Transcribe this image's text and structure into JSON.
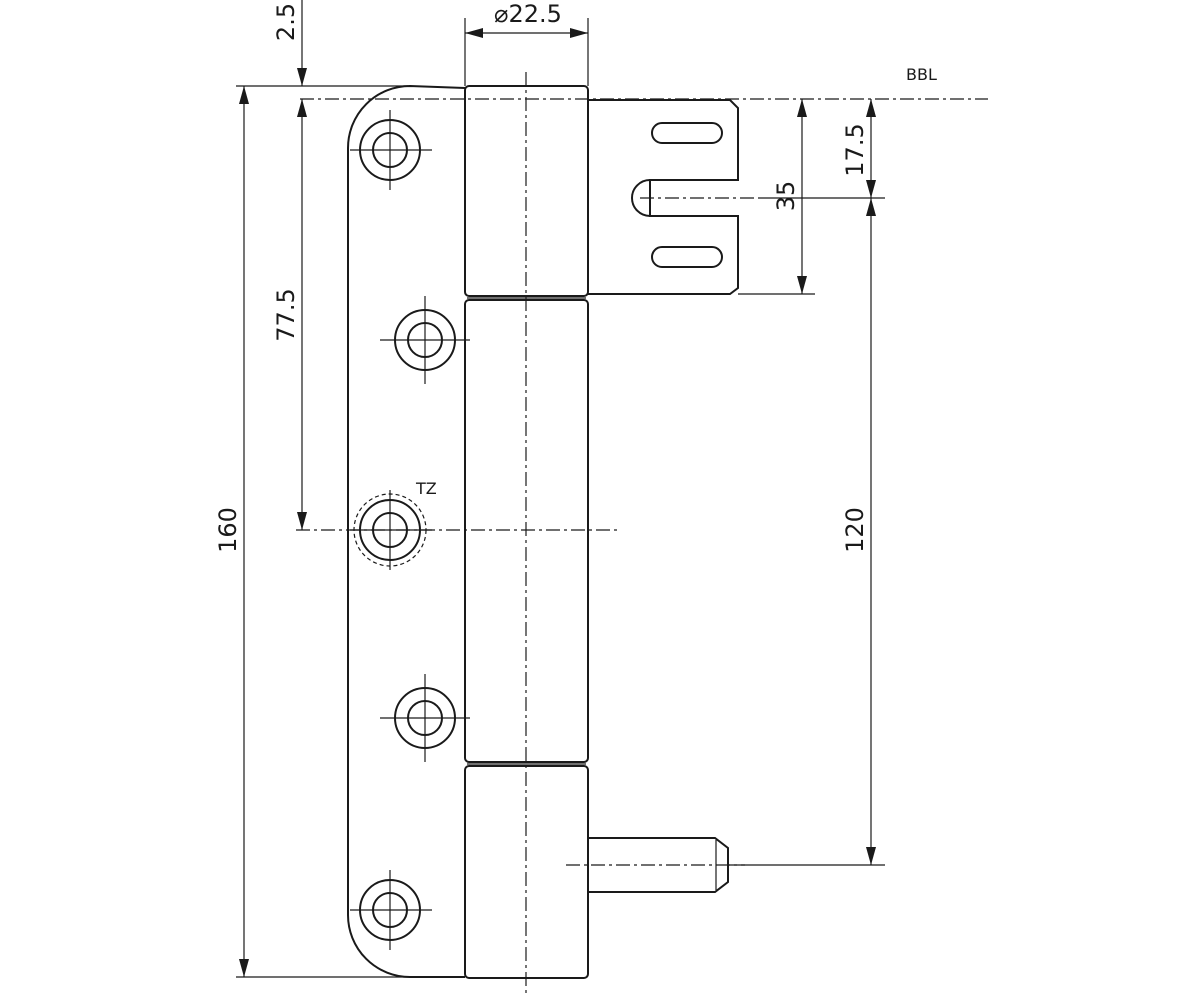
{
  "labels": {
    "bbl": "BBL",
    "tz": "TZ"
  },
  "dimensions": {
    "offset_top": "2.5",
    "diameter": "⌀22.5",
    "height_total": "160",
    "hole_spacing": "77.5",
    "slot_offset": "17.5",
    "bracket_height": "35",
    "pin_distance": "120"
  },
  "colors": {
    "line": "#1a1a1a",
    "background": "#ffffff"
  }
}
